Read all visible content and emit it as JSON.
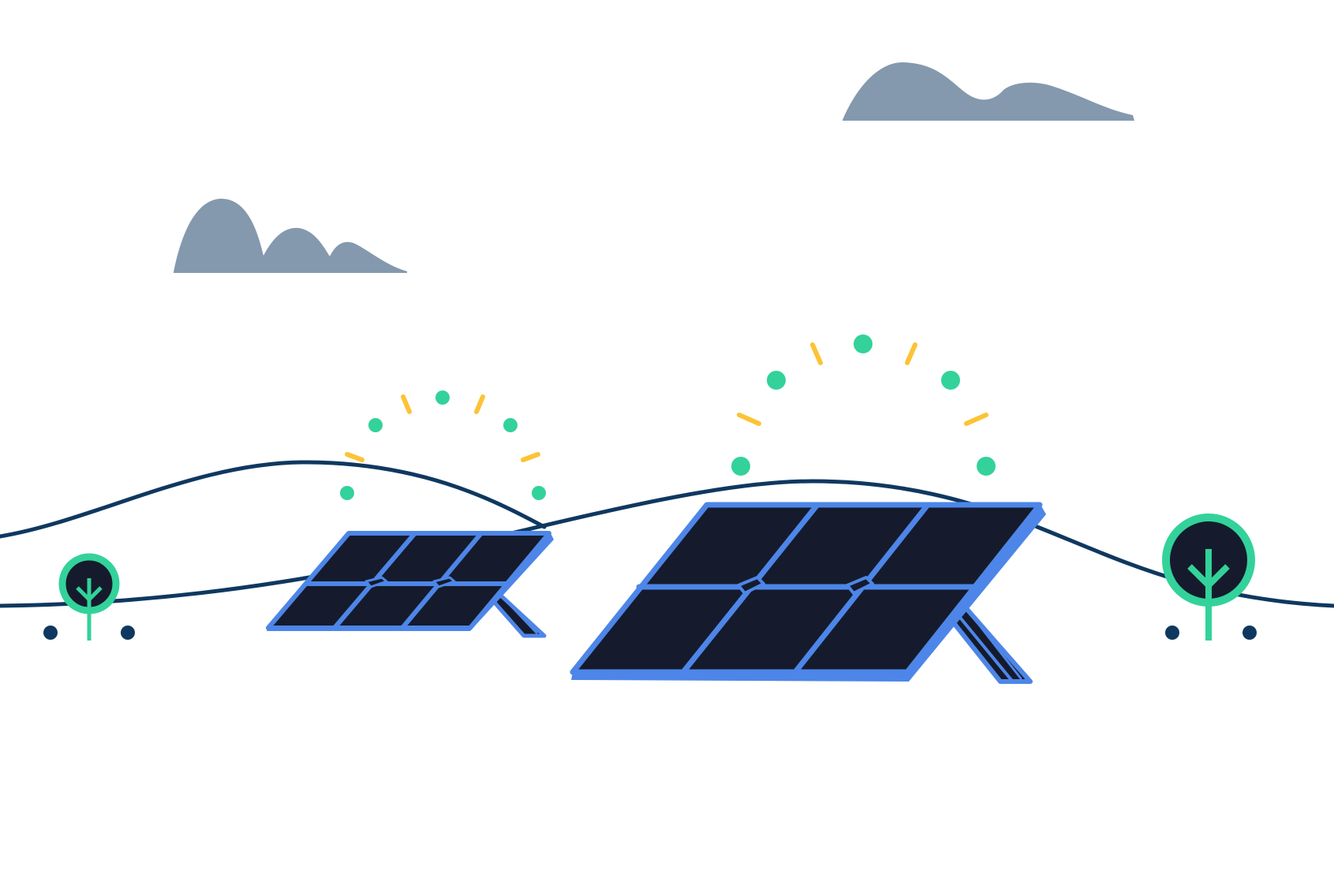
{
  "colors": {
    "background": "#ffffff",
    "cloud": "#8499ae",
    "hill_line": "#0f3860",
    "panel_outline": "#4d86e8",
    "panel_cell": "#151b2c",
    "sun_dot": "#33d29a",
    "sun_dash": "#fcc334",
    "tree_ring": "#33d29a",
    "tree_center": "#151b2c",
    "ground_dot": "#0f3860"
  },
  "scene": {
    "clouds": [
      "cloud-left",
      "cloud-right"
    ],
    "hills": [
      "hill-back",
      "hill-front"
    ],
    "solar_panels": [
      "solar-panel-small",
      "solar-panel-large"
    ],
    "sun_rays": [
      "sun-rays-small",
      "sun-rays-large"
    ],
    "trees": [
      "tree-left",
      "tree-right"
    ]
  }
}
